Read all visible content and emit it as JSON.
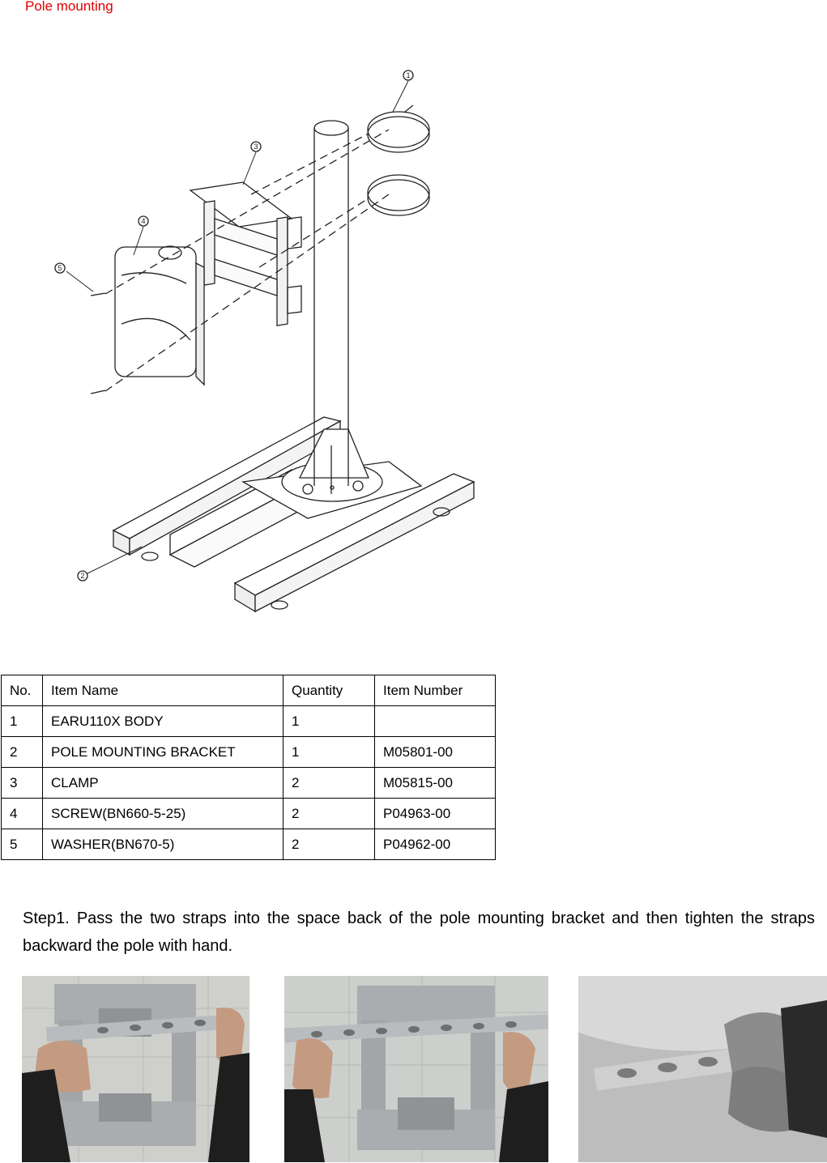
{
  "heading": "Pole mounting",
  "diagram": {
    "callouts": [
      "1",
      "2",
      "3",
      "4",
      "5"
    ]
  },
  "parts_table": {
    "headers": [
      "No.",
      "Item Name",
      "Quantity",
      "Item Number"
    ],
    "rows": [
      [
        "1",
        "EARU110X BODY",
        "1",
        ""
      ],
      [
        "2",
        "POLE MOUNTING BRACKET",
        "1",
        "M05801-00"
      ],
      [
        "3",
        "CLAMP",
        "2",
        "M05815-00"
      ],
      [
        "4",
        "SCREW(BN660-5-25)",
        "2",
        "P04963-00"
      ],
      [
        "5",
        "WASHER(BN670-5)",
        "2",
        "P04962-00"
      ]
    ]
  },
  "step1": "Step1. Pass the two straps into the space back of the pole mounting bracket and then tighten the straps backward the pole with hand."
}
